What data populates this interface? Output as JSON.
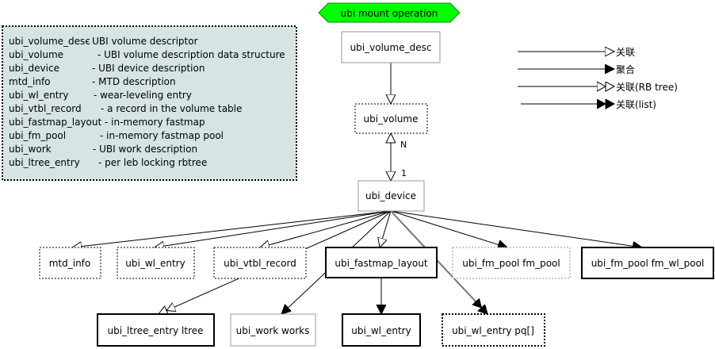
{
  "title": "ubi mount operation",
  "legend_box": {
    "rows": [
      {
        "name": "ubi_volume_desc",
        "desc": "- UBI volume descriptor"
      },
      {
        "name": "ubi_volume",
        "desc": "- UBI volume description data structure"
      },
      {
        "name": "ubi_device",
        "desc": "- UBI device description"
      },
      {
        "name": "mtd_info",
        "desc": "- MTD description"
      },
      {
        "name": "ubi_wl_entry",
        "desc": "- wear-leveling entry"
      },
      {
        "name": "ubi_vtbl_record",
        "desc": "- a record in the volume table"
      },
      {
        "name": "ubi_fastmap_layout",
        "desc": "- in-memory fastmap"
      },
      {
        "name": "ubi_fm_pool",
        "desc": "- in-memory fastmap pool"
      },
      {
        "name": "ubi_work",
        "desc": "- UBI work description"
      },
      {
        "name": "ubi_ltree_entry",
        "desc": "- per leb locking rbtree"
      }
    ]
  },
  "arrow_key": [
    {
      "label": "关联",
      "style": "open-triangle"
    },
    {
      "label": "聚合",
      "style": "filled-triangle"
    },
    {
      "label": "关联(RB tree)",
      "style": "double-open-triangle"
    },
    {
      "label": "关联(list)",
      "style": "double-filled-triangle"
    }
  ],
  "nodes": {
    "volume_desc": "ubi_volume_desc",
    "volume": "ubi_volume",
    "device": "ubi_device",
    "mtd_info": "mtd_info",
    "wl_entry_1": "ubi_wl_entry",
    "vtbl_record": "ubi_vtbl_record",
    "fastmap_layout": "ubi_fastmap_layout",
    "fm_pool": "ubi_fm_pool fm_pool",
    "fm_wl_pool": "ubi_fm_pool fm_wl_pool",
    "ltree_entry": "ubi_ltree_entry ltree",
    "work": "ubi_work works",
    "wl_entry_2": "ubi_wl_entry",
    "wl_entry_pq": "ubi_wl_entry pq[]"
  },
  "multiplicity": {
    "volume_end": "N",
    "device_end": "1"
  },
  "colors": {
    "title_fill": "#00ff00",
    "legend_fill": "#d6e4e4",
    "line": "#000000",
    "border_gray": "#999999"
  }
}
